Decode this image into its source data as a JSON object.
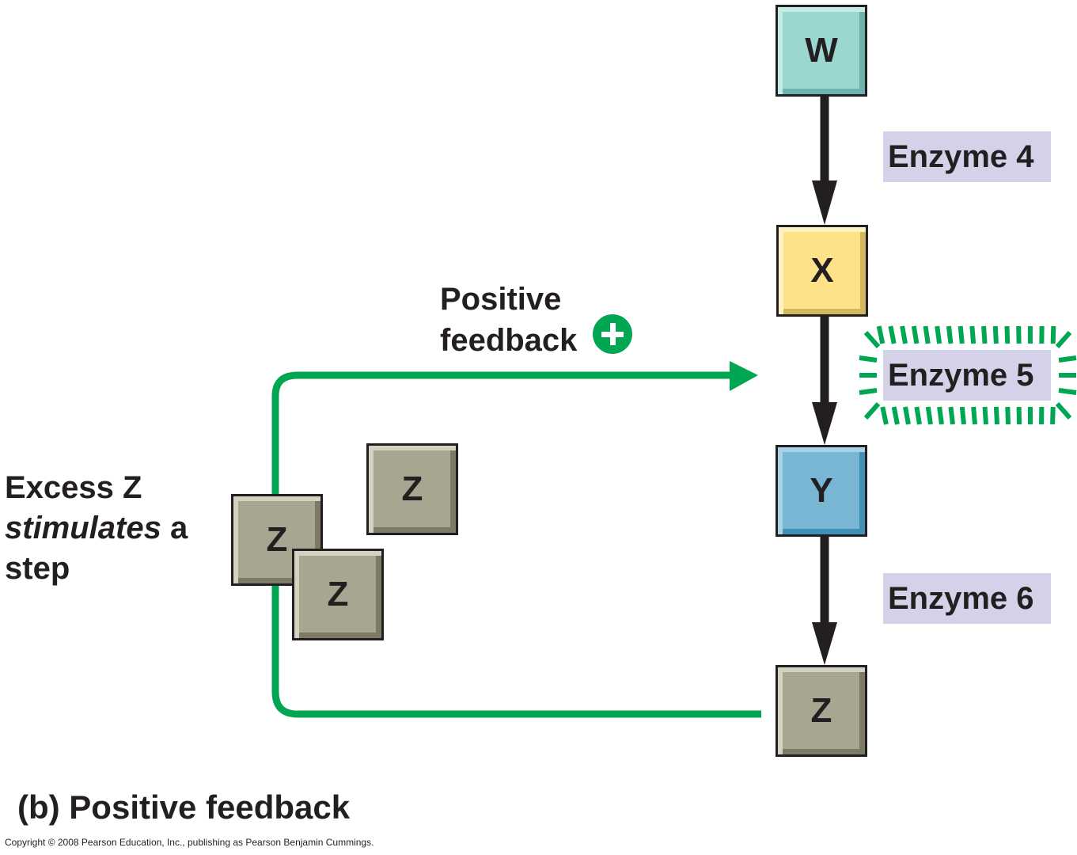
{
  "diagram": {
    "pathway": [
      {
        "id": "W",
        "label": "W",
        "color": "#9bd6d1"
      },
      {
        "id": "X",
        "label": "X",
        "color": "#fde28a"
      },
      {
        "id": "Y",
        "label": "Y",
        "color": "#78b6d4"
      },
      {
        "id": "Z",
        "label": "Z",
        "color": "#a8a690"
      }
    ],
    "enzymes": [
      {
        "label": "Enzyme 4",
        "from": "W",
        "to": "X",
        "stimulated": false
      },
      {
        "label": "Enzyme 5",
        "from": "X",
        "to": "Y",
        "stimulated": true
      },
      {
        "label": "Enzyme 6",
        "from": "Y",
        "to": "Z",
        "stimulated": false
      }
    ],
    "excess_z": [
      {
        "label": "Z"
      },
      {
        "label": "Z"
      },
      {
        "label": "Z"
      }
    ],
    "feedback": {
      "label_line1": "Positive",
      "label_line2": "feedback",
      "sign": "+",
      "color": "#00a651",
      "target": "Enzyme 5"
    },
    "excess_text": {
      "line1": "Excess Z",
      "line2_italic": "stimulates",
      "line2_rest": " a",
      "line3": "step"
    },
    "caption": "(b) Positive feedback",
    "copyright": "Copyright © 2008 Pearson Education, Inc., publishing as Pearson Benjamin Cummings."
  }
}
